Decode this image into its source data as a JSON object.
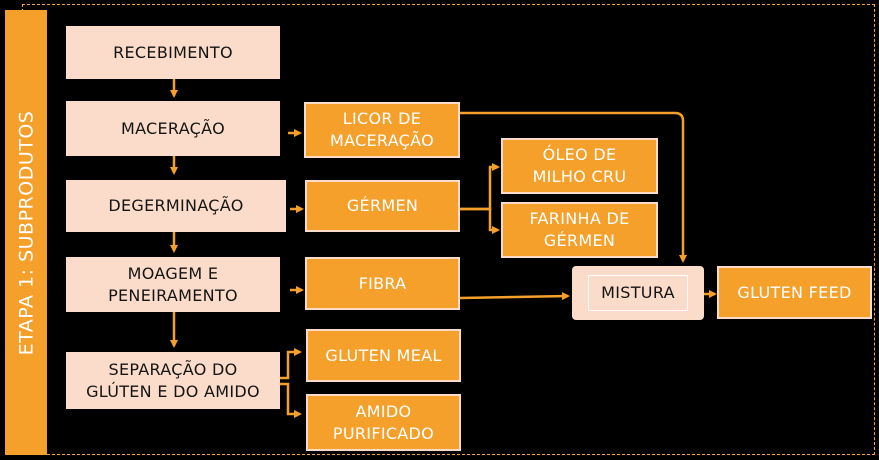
{
  "diagram": {
    "side_label": "ETAPA 1: SUBPRODUTOS",
    "steps": {
      "recebimento": "RECEBIMENTO",
      "maceracao": "MACERAÇÃO",
      "degerminacao": "DEGERMINAÇÃO",
      "moagem_1": "MOAGEM E",
      "moagem_2": "PENEIRAMENTO",
      "separacao_1": "SEPARAÇÃO DO",
      "separacao_2": "GLÚTEN E DO AMIDO"
    },
    "products": {
      "licor_1": "LICOR DE",
      "licor_2": "MACERAÇÃO",
      "germen": "GÉRMEN",
      "oleo_1": "ÓLEO DE",
      "oleo_2": "MILHO CRU",
      "farinha_1": "FARINHA DE",
      "farinha_2": "GÉRMEN",
      "fibra": "FIBRA",
      "gluten_meal": "GLUTEN MEAL",
      "amido_1": "AMIDO",
      "amido_2": "PURIFICADO",
      "mistura": "MISTURA",
      "gluten_feed": "GLUTEN FEED"
    },
    "colors": {
      "accent": "#f6a02c",
      "light": "#fbdcca",
      "background": "#000000"
    }
  }
}
